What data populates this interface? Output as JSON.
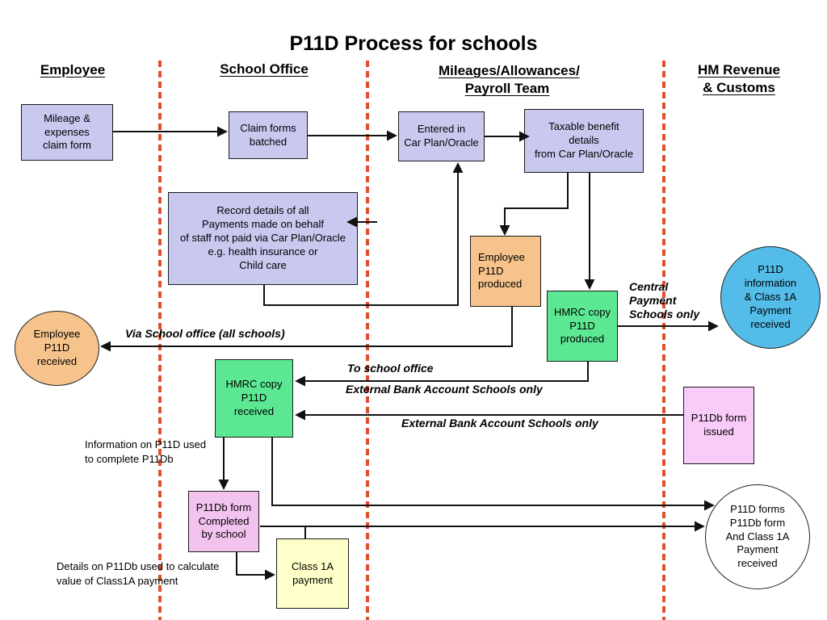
{
  "title": "P11D Process for schools",
  "lanes": {
    "employee": "Employee",
    "school_office": "School Office",
    "payroll": "Mileages/Allowances/\nPayroll Team",
    "hmrc": "HM Revenue\n& Customs"
  },
  "nodes": {
    "mileage_claim_form": "Mileage &\nexpenses\nclaim form",
    "claim_forms_batched": "Claim forms\nbatched",
    "entered_car_plan": "Entered in\nCar Plan/Oracle",
    "taxable_benefit": "Taxable benefit\ndetails\nfrom Car Plan/Oracle",
    "record_details": "Record details of all\nPayments made on behalf\nof staff not paid via Car Plan/Oracle\ne.g. health insurance or\nChild care",
    "employee_p11d_produced": "Employee\nP11D\nproduced",
    "hmrc_copy_produced": "HMRC copy\nP11D\nproduced",
    "employee_p11d_received": "Employee\nP11D\nreceived",
    "p11d_info_received": "P11D\ninformation\n& Class 1A\nPayment\nreceived",
    "hmrc_copy_received": "HMRC copy\nP11D\nreceived",
    "p11db_issued": "P11Db form\nissued",
    "p11db_completed": "P11Db form\nCompleted\nby school",
    "class1a_payment": "Class 1A\npayment",
    "p11d_forms_received": "P11D forms\nP11Db form\nAnd Class 1A\nPayment\nreceived"
  },
  "annotations": {
    "via_school_office": "Via School office (all schools)",
    "central_payment": "Central\nPayment\nSchools only",
    "to_school_office": "To school office",
    "external_bank_1": "External Bank Account Schools only",
    "external_bank_2": "External Bank Account Schools only",
    "info_p11d": "Information on P11D used\nto complete P11Db",
    "details_p11db": "Details on P11Db used to calculate\nvalue of Class1A payment"
  },
  "colors": {
    "lavender_box": "#c9c9f0",
    "orange_node": "#f6c38c",
    "green_node": "#5ce893",
    "blue_node": "#54bce8",
    "pink_node": "#f9cbf9",
    "violet_node": "#f3c3ef",
    "yellow_node": "#ffffc9",
    "lane_divider": "#e04f2e",
    "connector": "#111111"
  }
}
